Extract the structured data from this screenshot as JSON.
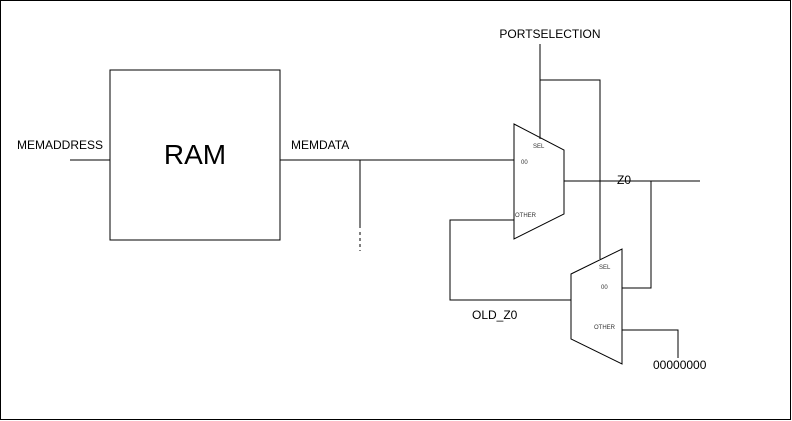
{
  "diagram": {
    "ram": {
      "label": "RAM"
    },
    "signals": {
      "memaddress": "MEMADDRESS",
      "memdata": "MEMDATA",
      "portselection": "PORTSELECTION",
      "z0": "Z0",
      "old_z0": "OLD_Z0",
      "zero_constant": "00000000"
    },
    "mux_top": {
      "sel": "SEL",
      "input_00": "00",
      "input_other": "OTHER"
    },
    "mux_bottom": {
      "sel": "SEL",
      "input_00": "00",
      "input_other": "OTHER"
    }
  }
}
